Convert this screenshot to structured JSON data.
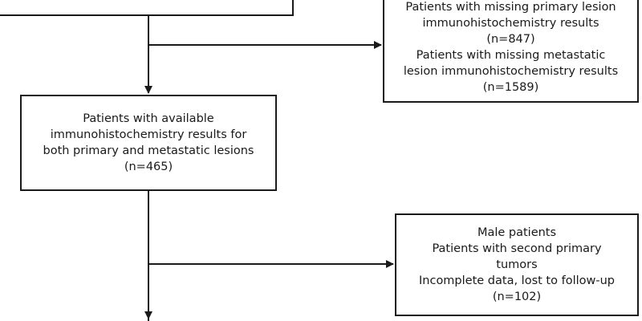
{
  "top_box": {
    "lines": []
  },
  "exclusion_box_1": {
    "lines": [
      "Patients with missing primary lesion",
      "immunohistochemistry results",
      "(n=847)",
      "Patients with missing metastatic",
      "lesion immunohistochemistry results",
      "(n=1589)"
    ]
  },
  "main_box": {
    "lines": [
      "Patients with available",
      "immunohistochemistry results for",
      "both primary and metastatic lesions",
      "(n=465)"
    ]
  },
  "exclusion_box_2": {
    "lines": [
      "Male patients",
      "Patients with second primary",
      "tumors",
      "Incomplete data, lost to follow-up",
      "(n=102)"
    ]
  }
}
